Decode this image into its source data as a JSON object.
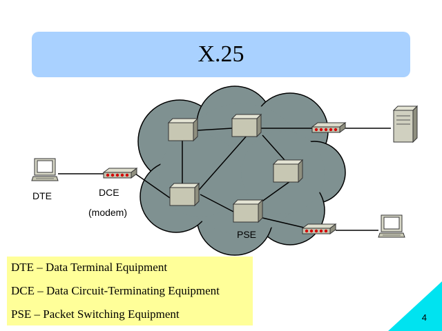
{
  "title": "X.25",
  "labels": {
    "dte": "DTE",
    "dce": "DCE",
    "modem": "(modem)",
    "pse": "PSE"
  },
  "legend": [
    "DTE – Data Terminal Equipment",
    "DCE – Data Circuit-Terminating Equipment",
    "PSE – Packet Switching Equipment"
  ],
  "page_number": "4",
  "colors": {
    "title_bar": "#a9d1ff",
    "cloud": "#7f9191",
    "legend_bg": "#ffff99",
    "corner": "#00e3f0",
    "modem_led": "#d40000"
  },
  "icons": {
    "dte_left": "computer-terminal-icon",
    "dce_left": "modem-icon",
    "pse_nodes": "switch-box-icon",
    "server_right": "tower-server-icon",
    "dte_right": "computer-terminal-icon"
  }
}
